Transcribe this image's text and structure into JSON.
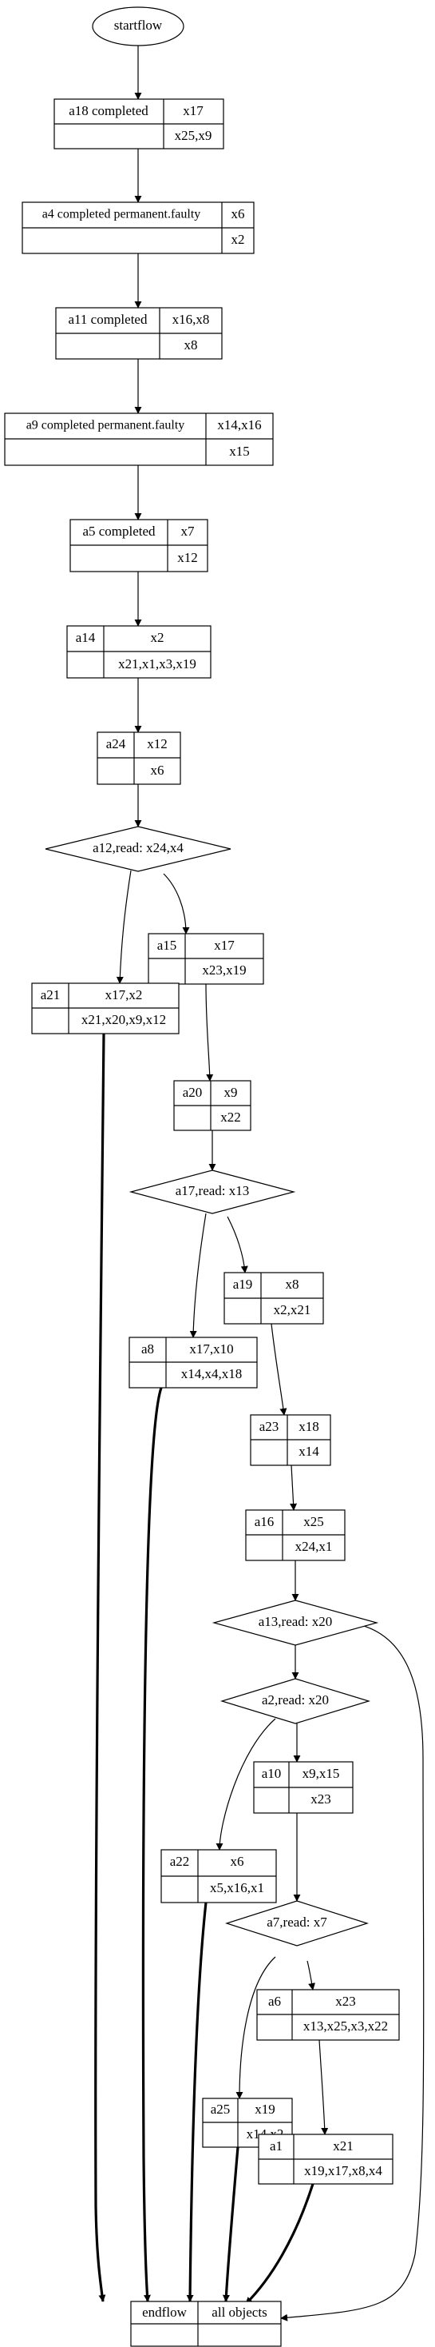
{
  "start": "startflow",
  "nodes": {
    "a18": {
      "name": "a18 completed",
      "in": "x17",
      "out": "x25,x9"
    },
    "a4": {
      "name": "a4 completed permanent.faulty",
      "in": "x6",
      "out": "x2"
    },
    "a11": {
      "name": "a11 completed",
      "in": "x16,x8",
      "out": "x8"
    },
    "a9": {
      "name": "a9 completed permanent.faulty",
      "in": "x14,x16",
      "out": "x15"
    },
    "a5": {
      "name": "a5 completed",
      "in": "x7",
      "out": "x12"
    },
    "a14": {
      "name": "a14",
      "in": "x2",
      "out": "x21,x1,x3,x19"
    },
    "a24": {
      "name": "a24",
      "in": "x12",
      "out": "x6"
    },
    "a15": {
      "name": "a15",
      "in": "x17",
      "out": "x23,x19"
    },
    "a21": {
      "name": "a21",
      "in": "x17,x2",
      "out": "x21,x20,x9,x12"
    },
    "a20": {
      "name": "a20",
      "in": "x9",
      "out": "x22"
    },
    "a19": {
      "name": "a19",
      "in": "x8",
      "out": "x2,x21"
    },
    "a8": {
      "name": "a8",
      "in": "x17,x10",
      "out": "x14,x4,x18"
    },
    "a23": {
      "name": "a23",
      "in": "x18",
      "out": "x14"
    },
    "a16": {
      "name": "a16",
      "in": "x25",
      "out": "x24,x1"
    },
    "a10": {
      "name": "a10",
      "in": "x9,x15",
      "out": "x23"
    },
    "a22": {
      "name": "a22",
      "in": "x6",
      "out": "x5,x16,x1"
    },
    "a6": {
      "name": "a6",
      "in": "x23",
      "out": "x13,x25,x3,x22"
    },
    "a25": {
      "name": "a25",
      "in": "x19",
      "out": "x14,x2"
    },
    "a1": {
      "name": "a1",
      "in": "x21",
      "out": "x19,x17,x8,x4"
    }
  },
  "decisions": {
    "a12": "a12,read: x24,x4",
    "a17": "a17,read: x13",
    "a13": "a13,read: x20",
    "a2": "a2,read: x20",
    "a7": "a7,read: x7"
  },
  "end": {
    "name": "endflow",
    "label": "all objects"
  }
}
